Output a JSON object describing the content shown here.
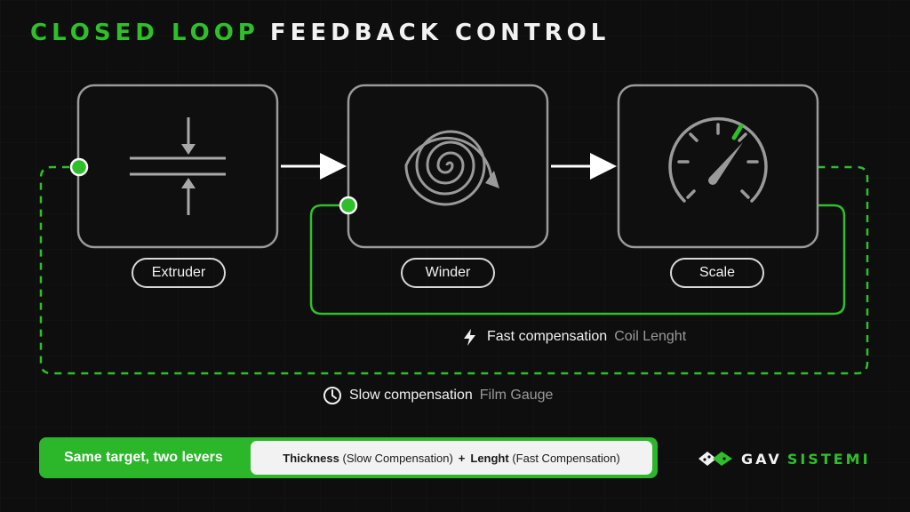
{
  "title": {
    "part1": "CLOSED LOOP",
    "part2": "FEEDBACK CONTROL"
  },
  "stages": [
    {
      "label": "Extruder",
      "icon": "extruder-gap-icon"
    },
    {
      "label": "Winder",
      "icon": "spiral-winder-icon"
    },
    {
      "label": "Scale",
      "icon": "gauge-icon"
    }
  ],
  "loops": {
    "fast": {
      "strong": "Fast compensation",
      "muted": "Coil Lenght",
      "icon": "lightning-icon"
    },
    "slow": {
      "strong": "Slow compensation",
      "muted": "Film Gauge",
      "icon": "clock-icon"
    }
  },
  "banner": {
    "label": "Same target, two levers",
    "thickness": "Thickness",
    "thickness_note": "(Slow Compensation)",
    "plus": "+",
    "length": "Lenght",
    "length_note": "(Fast Compensation)"
  },
  "logo": {
    "word1": "GAV",
    "word2": "SISTEMI"
  },
  "colors": {
    "accent": "#2fbf2a",
    "box_stroke": "#9a9a9a",
    "background": "#0e0e0e"
  }
}
